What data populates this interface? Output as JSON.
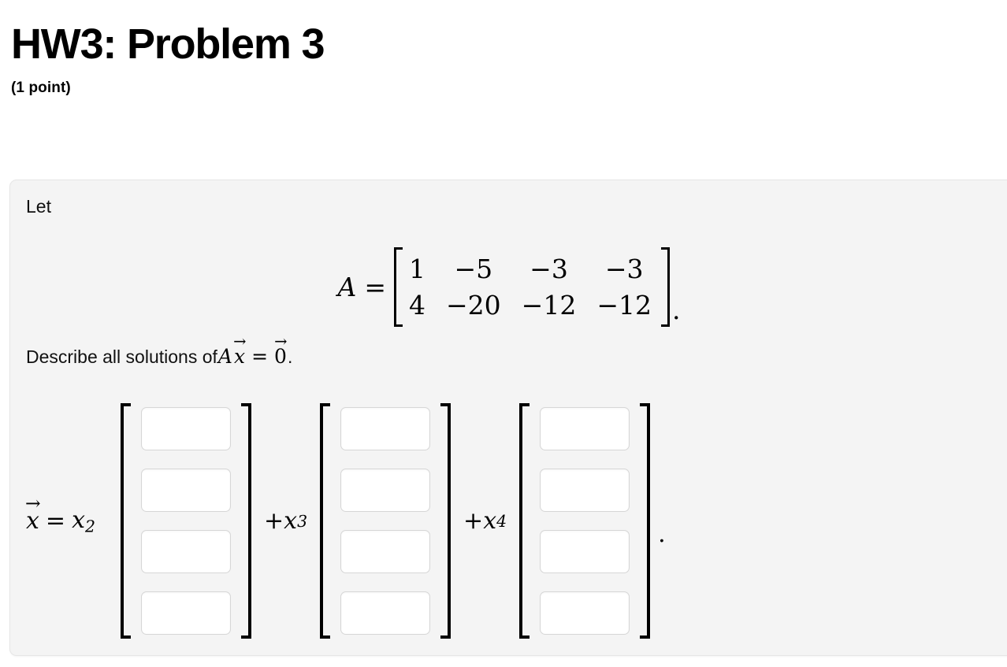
{
  "header": {
    "title": "HW3: Problem 3",
    "points": "(1 point)"
  },
  "card": {
    "let_label": "Let",
    "matrix_definition": {
      "lhs_name": "A",
      "equals": "=",
      "rows": [
        [
          "1",
          "−5",
          "−3",
          "−3"
        ],
        [
          "4",
          "−20",
          "−12",
          "−12"
        ]
      ],
      "trailing_punctuation": "."
    },
    "describe": {
      "text_prefix": "Describe all solutions of ",
      "matrix_symbol": "A",
      "vector_x": "x",
      "equals": "=",
      "vector_zero": "0",
      "arrow_glyph": "⃗",
      "arrow_display": "→",
      "trailing_punctuation": "."
    },
    "solution": {
      "lead_vector": "x",
      "lead_arrow": "→",
      "lead_equals": "=",
      "terms": [
        {
          "coefficient_prefix": "",
          "coefficient_var": "x",
          "coefficient_sub": "2",
          "box_values": [
            "",
            "",
            "",
            ""
          ],
          "box_placeholder": ""
        },
        {
          "coefficient_prefix": "+",
          "coefficient_var": "x",
          "coefficient_sub": "3",
          "box_values": [
            "",
            "",
            "",
            ""
          ],
          "box_placeholder": ""
        },
        {
          "coefficient_prefix": "+",
          "coefficient_var": "x",
          "coefficient_sub": "4",
          "box_values": [
            "",
            "",
            "",
            ""
          ],
          "box_placeholder": ""
        }
      ],
      "trailing_punctuation": "."
    }
  },
  "colors": {
    "page_background": "#ffffff",
    "card_background": "#f4f4f4",
    "card_border": "#e6e6e6",
    "text": "#000000",
    "input_border": "#d6d6d6",
    "input_background": "#ffffff"
  }
}
